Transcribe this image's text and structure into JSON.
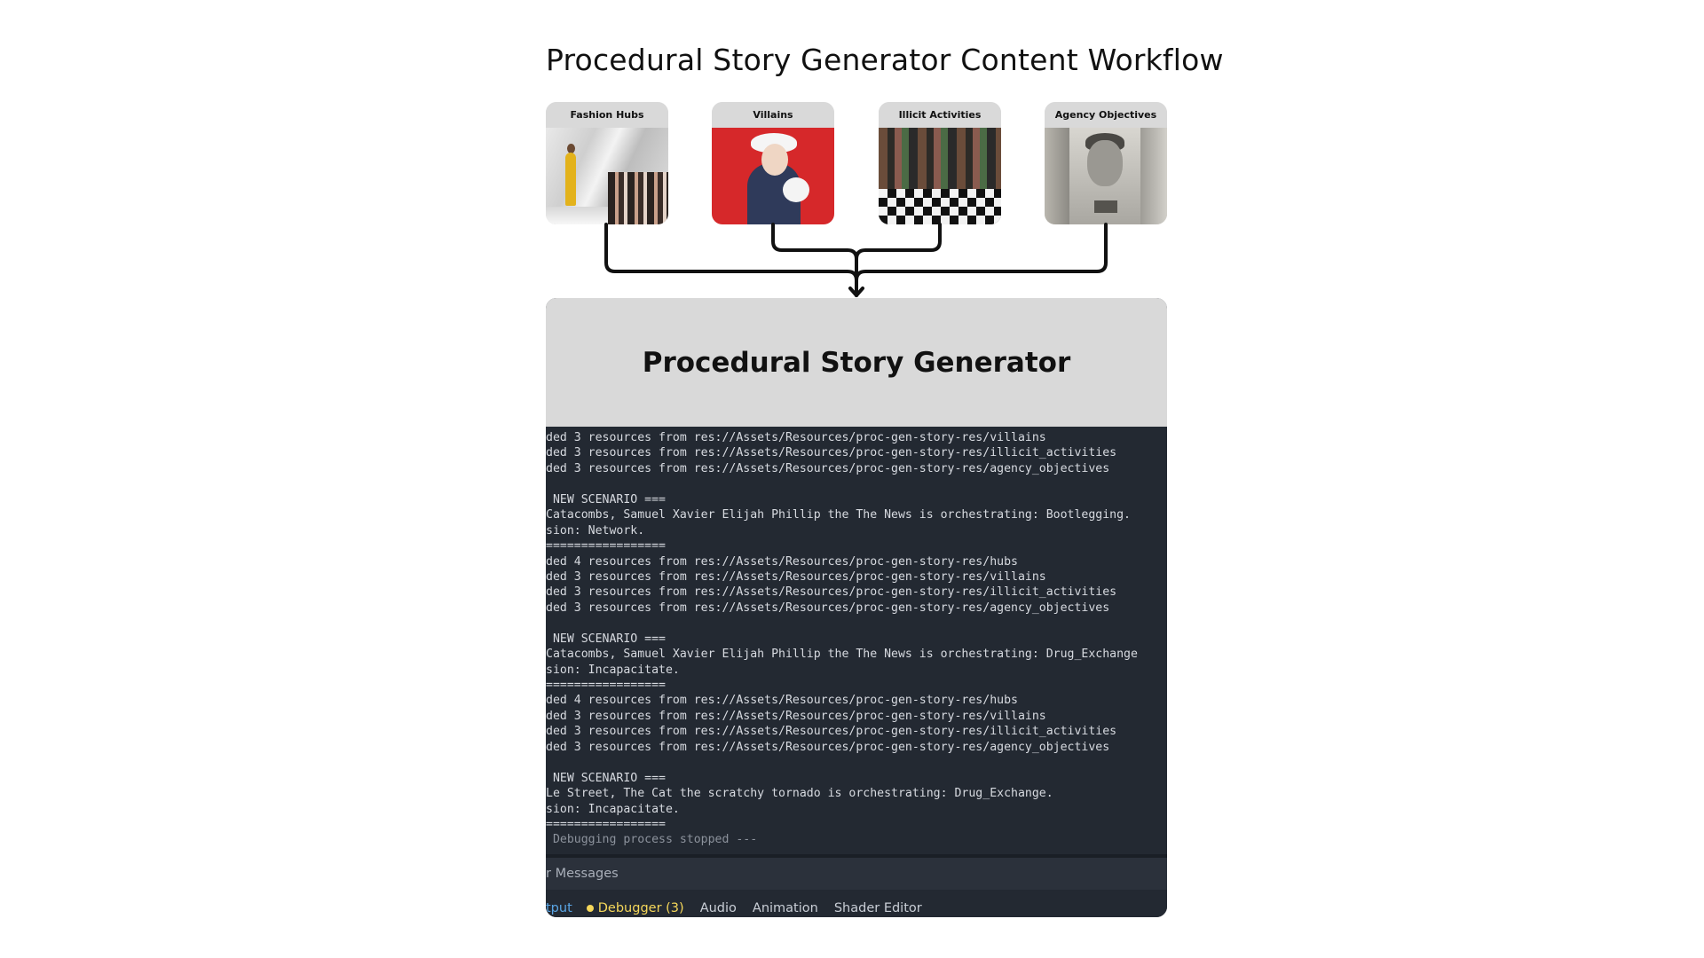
{
  "title": "Procedural Story Generator Content Workflow",
  "cards": [
    {
      "label": "Fashion Hubs"
    },
    {
      "label": "Villains"
    },
    {
      "label": "Illicit Activities"
    },
    {
      "label": "Agency Objectives"
    }
  ],
  "panel": {
    "title": "Procedural Story Generator",
    "console_lines": [
      "ded 3 resources from res://Assets/Resources/proc-gen-story-res/villains",
      "ded 3 resources from res://Assets/Resources/proc-gen-story-res/illicit_activities",
      "ded 3 resources from res://Assets/Resources/proc-gen-story-res/agency_objectives",
      "",
      " NEW SCENARIO ===",
      "Catacombs, Samuel Xavier Elijah Phillip the The News is orchestrating: Bootlegging.",
      "sion: Network.",
      "=================",
      "ded 4 resources from res://Assets/Resources/proc-gen-story-res/hubs",
      "ded 3 resources from res://Assets/Resources/proc-gen-story-res/villains",
      "ded 3 resources from res://Assets/Resources/proc-gen-story-res/illicit_activities",
      "ded 3 resources from res://Assets/Resources/proc-gen-story-res/agency_objectives",
      "",
      " NEW SCENARIO ===",
      "Catacombs, Samuel Xavier Elijah Phillip the The News is orchestrating: Drug_Exchange",
      "sion: Incapacitate.",
      "=================",
      "ded 4 resources from res://Assets/Resources/proc-gen-story-res/hubs",
      "ded 3 resources from res://Assets/Resources/proc-gen-story-res/villains",
      "ded 3 resources from res://Assets/Resources/proc-gen-story-res/illicit_activities",
      "ded 3 resources from res://Assets/Resources/proc-gen-story-res/agency_objectives",
      "",
      " NEW SCENARIO ===",
      "Le Street, The Cat the scratchy tornado is orchestrating: Drug_Exchange.",
      "sion: Incapacitate.",
      "=================",
      " Debugging process stopped ---"
    ],
    "filter_text": "r Messages",
    "tabs": {
      "output": "tput",
      "debugger": "Debugger (3)",
      "audio": "Audio",
      "animation": "Animation",
      "shader_editor": "Shader Editor"
    }
  },
  "colors": {
    "console_bg": "#232932",
    "header_bg": "#d9d9d9",
    "output_tab": "#5aa6e6",
    "debugger_tab": "#f5d75a"
  }
}
